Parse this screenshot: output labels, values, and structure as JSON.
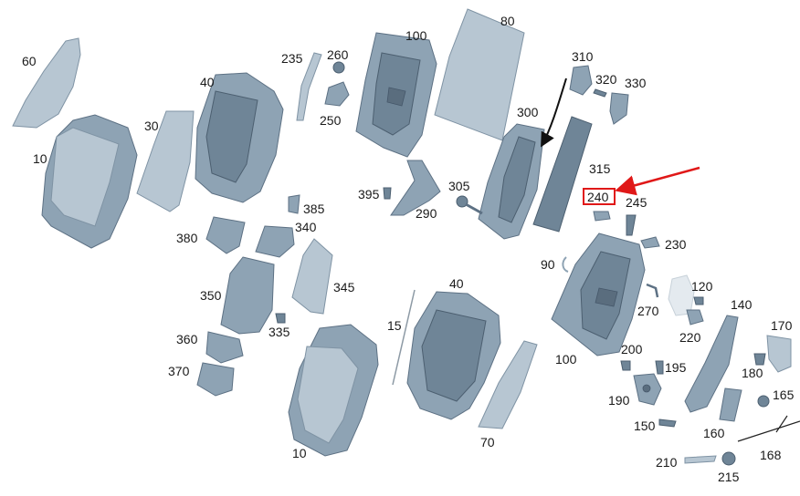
{
  "diagram": {
    "highlight": {
      "label": "240",
      "color": "#e01818"
    },
    "labels": {
      "p60": "60",
      "p10a": "10",
      "p30": "30",
      "p40a": "40",
      "p235": "235",
      "p260": "260",
      "p250": "250",
      "p100a": "100",
      "p80": "80",
      "p310": "310",
      "p320": "320",
      "p330": "330",
      "p300": "300",
      "p315": "315",
      "p240": "240",
      "p245": "245",
      "p230": "230",
      "p395": "395",
      "p290": "290",
      "p305": "305",
      "p385": "385",
      "p340": "340",
      "p380": "380",
      "p350": "350",
      "p345": "345",
      "p335": "335",
      "p360": "360",
      "p370": "370",
      "p15": "15",
      "p40b": "40",
      "p10b": "10",
      "p70": "70",
      "p90": "90",
      "p270": "270",
      "p120": "120",
      "p220": "220",
      "p100b": "100",
      "p140": "140",
      "p170": "170",
      "p200": "200",
      "p195": "195",
      "p180": "180",
      "p190": "190",
      "p165": "165",
      "p150": "150",
      "p160": "160",
      "p168": "168",
      "p210": "210",
      "p215": "215"
    },
    "colors": {
      "part_fill": "#8ea3b4",
      "part_stroke": "#5d7184",
      "arrow_red": "#e01818",
      "arrow_black": "#111111"
    }
  }
}
